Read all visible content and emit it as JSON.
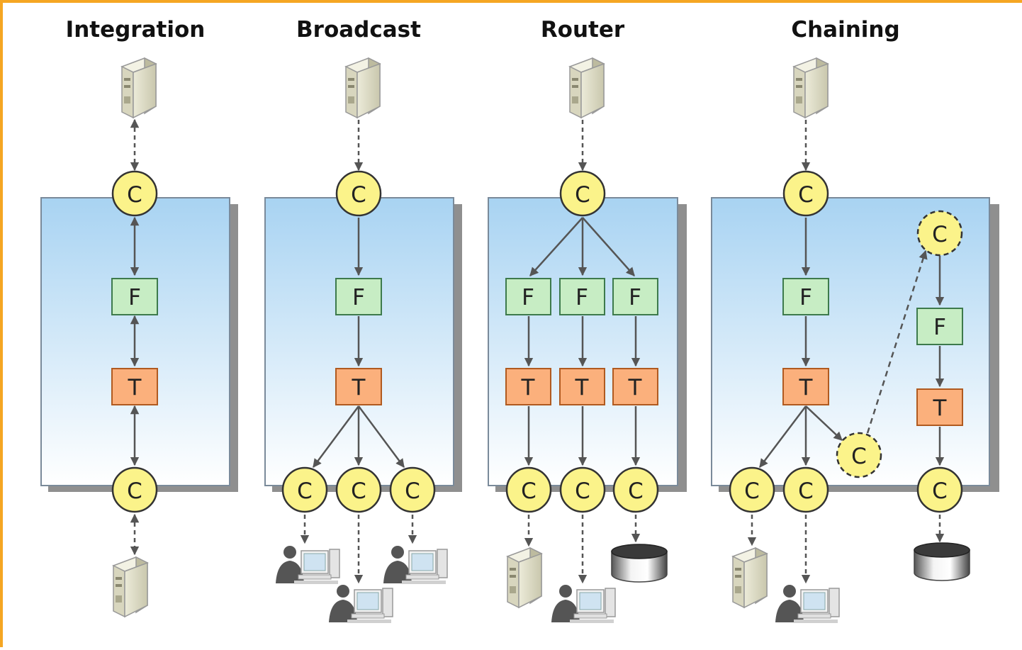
{
  "patterns": [
    {
      "title": "Integration"
    },
    {
      "title": "Broadcast"
    },
    {
      "title": "Router"
    },
    {
      "title": "Chaining"
    }
  ],
  "labels": {
    "connector": "C",
    "filter": "F",
    "transform": "T"
  },
  "colors": {
    "connector_fill": "#fbf38a",
    "connector_stroke": "#333333",
    "filter_fill": "#c7edc4",
    "filter_stroke": "#3d7a4c",
    "transform_fill": "#fbb07c",
    "transform_stroke": "#b05a20",
    "panel_top": "#a8d3f2",
    "panel_bottom": "#ffffff",
    "frame": "#f5a623"
  },
  "icons": [
    "server-icon",
    "user-workstation-icon",
    "database-icon"
  ]
}
